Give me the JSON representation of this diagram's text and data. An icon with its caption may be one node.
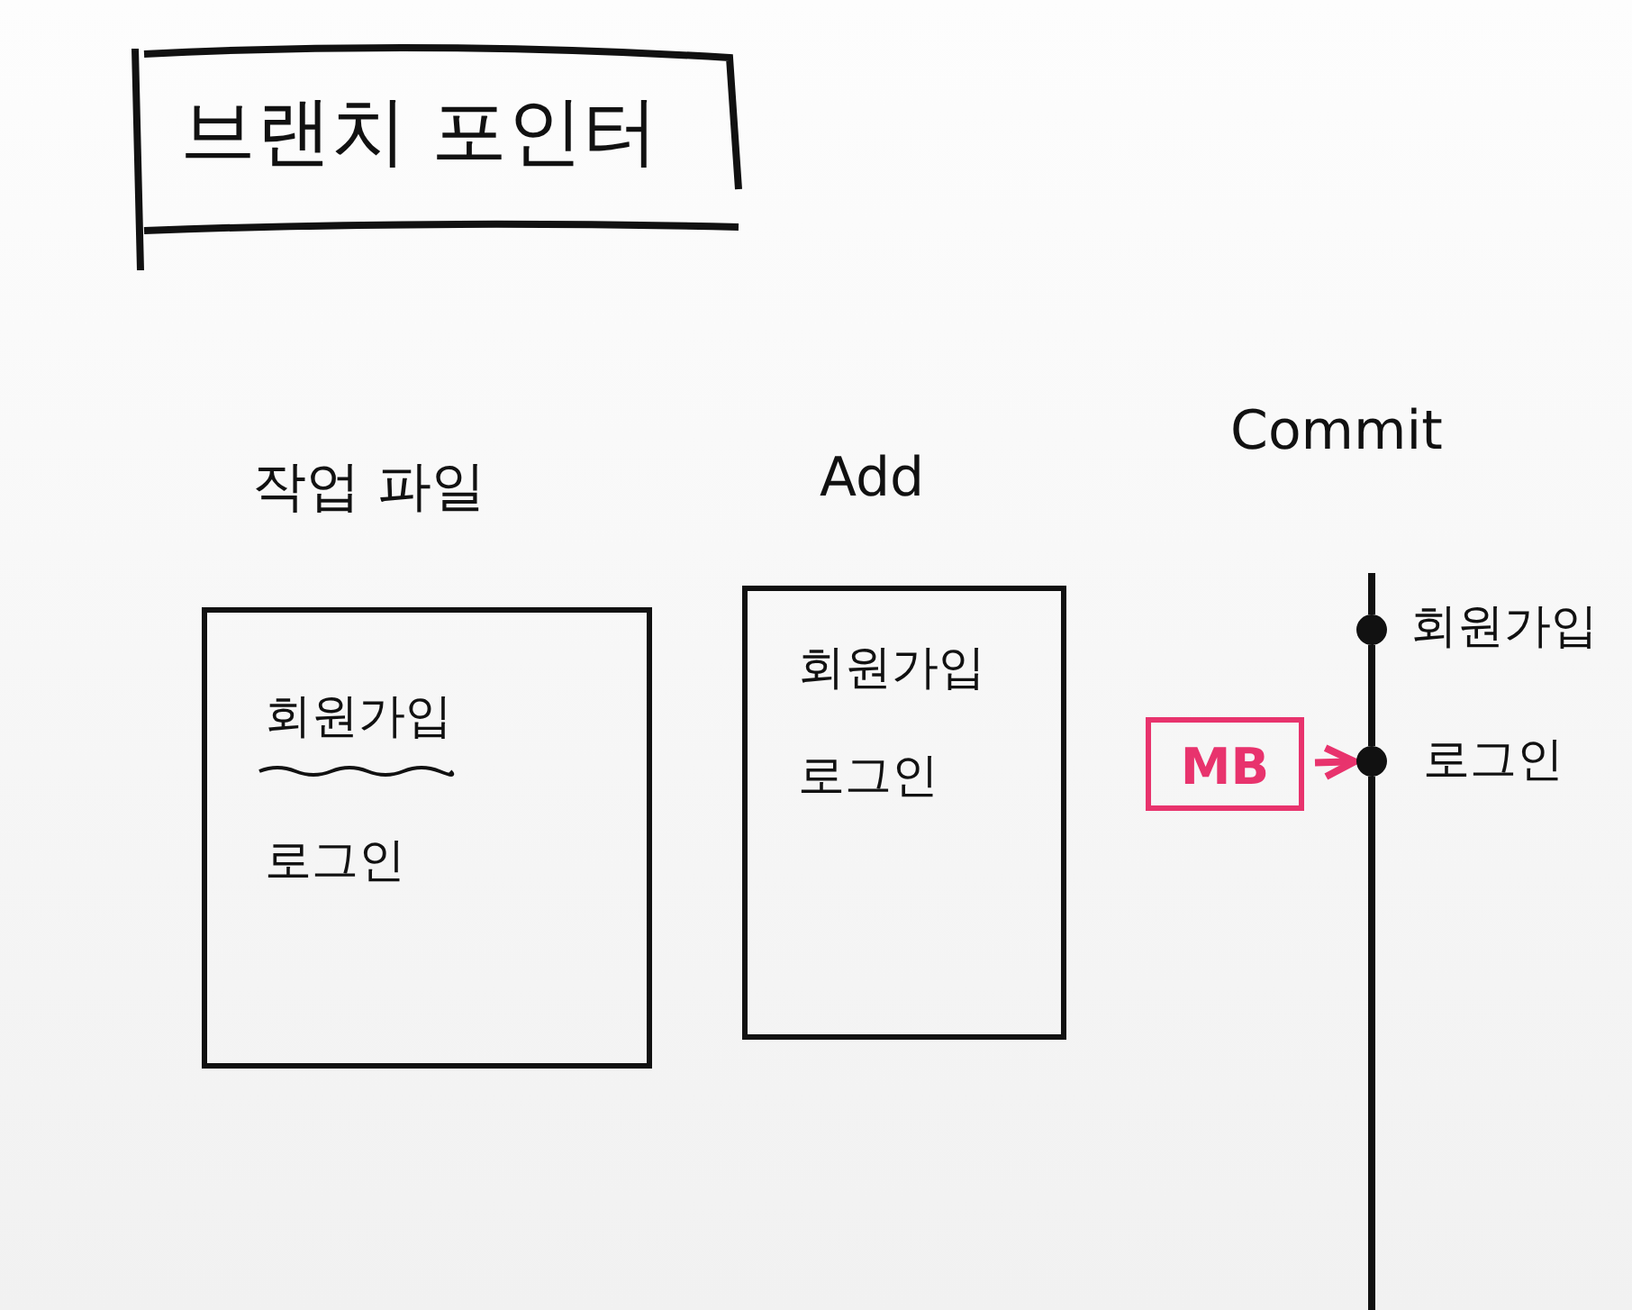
{
  "diagram": {
    "title": "브랜치 포인터",
    "nodes": [
      {
        "text": [
          "회원가입",
          "로그인"
        ],
        "beside": [
          "작업 파일"
        ]
      },
      {
        "text": [
          "회원가입",
          "로그인"
        ],
        "beside": [
          "Add"
        ]
      },
      {
        "text": [],
        "shape": "circle",
        "beside": [
          "회원가입"
        ]
      },
      {
        "text": [],
        "shape": "circle",
        "beside": [
          "로그인"
        ]
      },
      {
        "text": [
          "MB"
        ]
      }
    ],
    "edges": [
      {
        "from": 2,
        "to": 3,
        "arrow": "none"
      },
      {
        "from": 4,
        "to": 3,
        "arrow": "to",
        "color": "#e8336d"
      }
    ],
    "labels": [
      "Commit"
    ]
  }
}
